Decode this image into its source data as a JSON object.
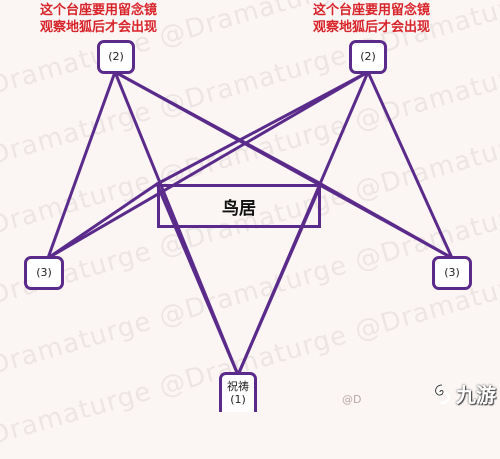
{
  "watermark": "@Dramaturge @Dramaturge @Dramaturge",
  "annotations": {
    "left": [
      "这个台座要用留念镜",
      "观察地狐后才会出现"
    ],
    "right": [
      "这个台座要用留念镜",
      "观察地狐后才会出现"
    ]
  },
  "nodes": {
    "top_left": "(2)",
    "top_right": "(2)",
    "mid_left": "(3)",
    "mid_right": "(3)",
    "bottom_name": "祝祷",
    "bottom_number": "(1)"
  },
  "torii_label": "鸟居",
  "corner_handle": "@D",
  "logo_text": "九游",
  "colors": {
    "line": "#5a2b8a",
    "annotation": "#d8232a"
  }
}
